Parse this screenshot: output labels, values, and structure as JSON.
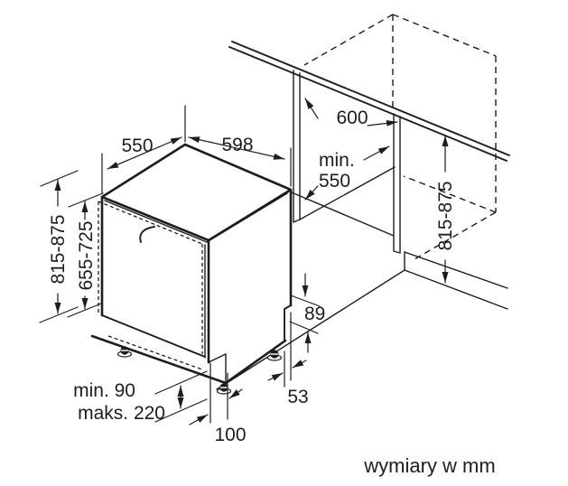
{
  "diagram": {
    "caption": "wymiary w mm",
    "dimensions": {
      "top_depth": "550",
      "front_width": "598",
      "niche_width": "600",
      "niche_depth_line1": "min.",
      "niche_depth_line2": "550",
      "overall_height_left": "815-875",
      "door_panel_height": "655-725",
      "niche_height_right": "815-875",
      "plinth_clearance_min": "min. 90",
      "plinth_clearance_max": "maks. 220",
      "foot_offset": "100",
      "rear_recess_height": "89",
      "rear_recess_depth": "53"
    },
    "colors": {
      "line": "#1d1d1b",
      "background": "#ffffff"
    }
  }
}
